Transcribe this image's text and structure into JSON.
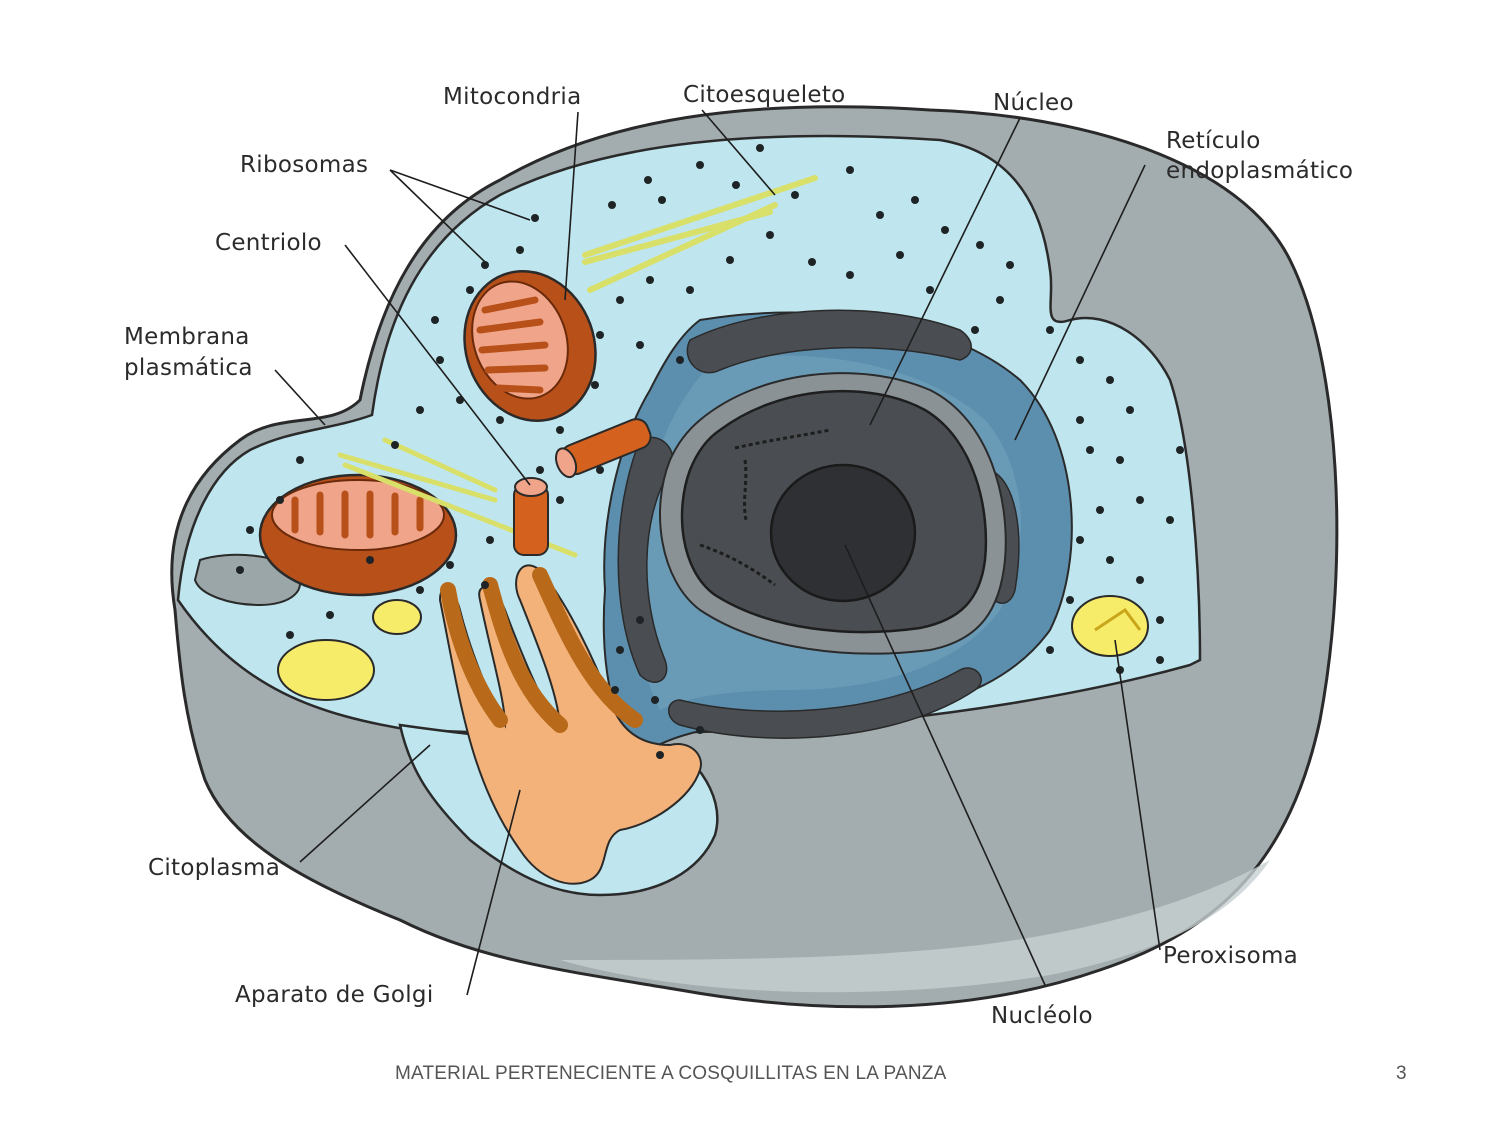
{
  "diagram": {
    "labels": {
      "mitocondria": "Mitocondria",
      "citoesqueleto": "Citoesqueleto",
      "nucleo": "Núcleo",
      "reticulo_line1": "Retículo",
      "reticulo_line2": "endoplasmático",
      "ribosomas": "Ribosomas",
      "centriolo": "Centriolo",
      "membrana_line1": "Membrana",
      "membrana_line2": "plasmática",
      "citoplasma": "Citoplasma",
      "aparato_golgi": "Aparato de Golgi",
      "nucleolo": "Nucléolo",
      "peroxisoma": "Peroxisoma"
    },
    "colors": {
      "cytoplasm": "#bfe6ee",
      "membrane": "#9aa6a8",
      "nucleus": "#4a4d52",
      "nucleolus": "#2e3033",
      "er": "#5c8fae",
      "mitochondria": "#b8501a",
      "mito_inner": "#f0a58a",
      "golgi": "#f3b27a",
      "golgi_dark": "#b86a1a",
      "lysosome": "#f7ec6a",
      "cytoskeleton": "#d9e06a",
      "ribosome": "#1e2426"
    }
  },
  "footer": {
    "text": "MATERIAL PERTENECIENTE A COSQUILLITAS EN LA PANZA",
    "page_number": "3"
  }
}
